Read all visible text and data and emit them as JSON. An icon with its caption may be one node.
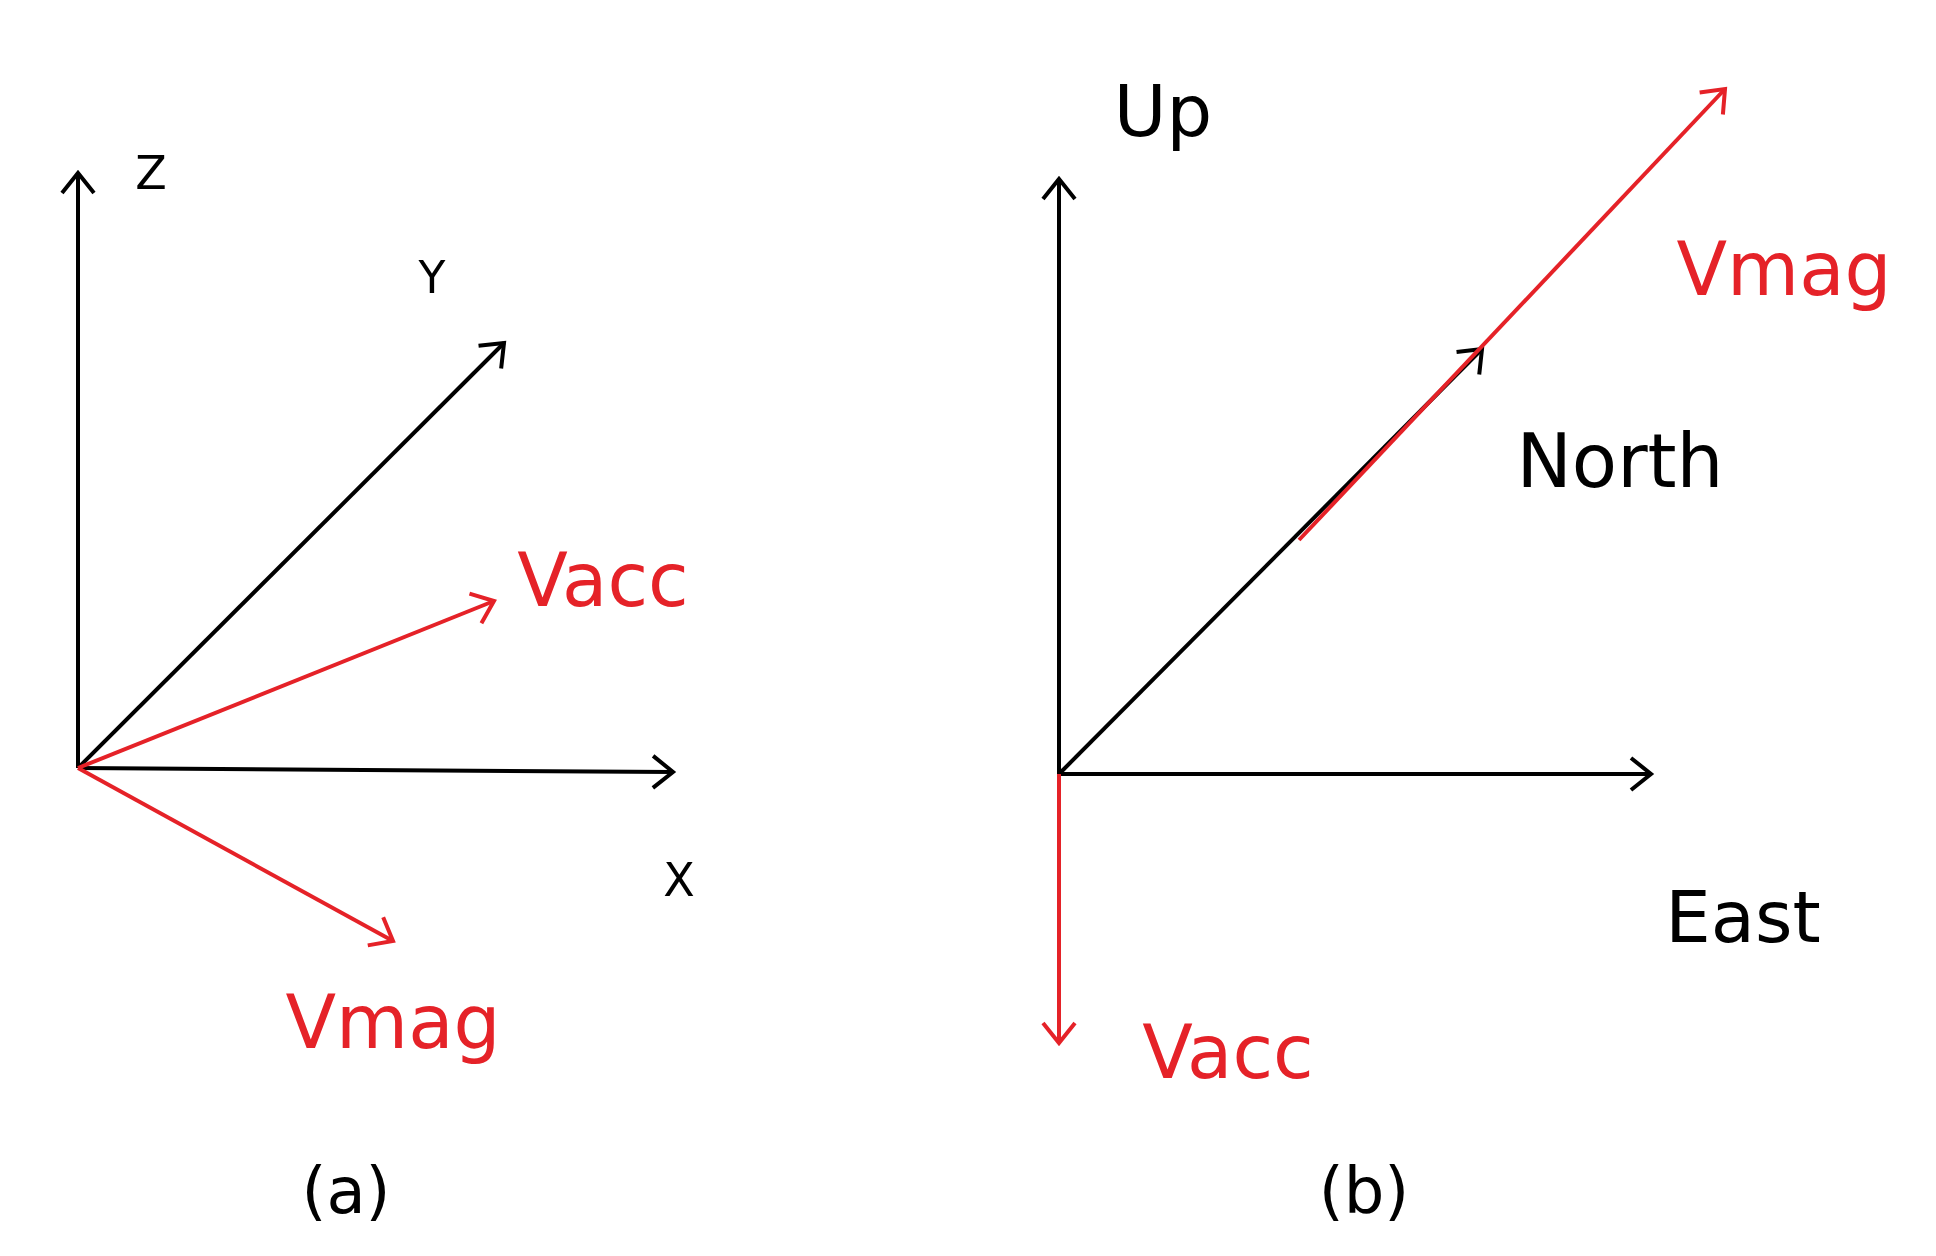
{
  "diagram": {
    "labels": [
      "Z",
      "Y",
      "X",
      "Vacc",
      "Vmag",
      "(a)",
      "Up",
      "North",
      "East",
      "Vmag",
      "Vacc",
      "(b)"
    ]
  }
}
